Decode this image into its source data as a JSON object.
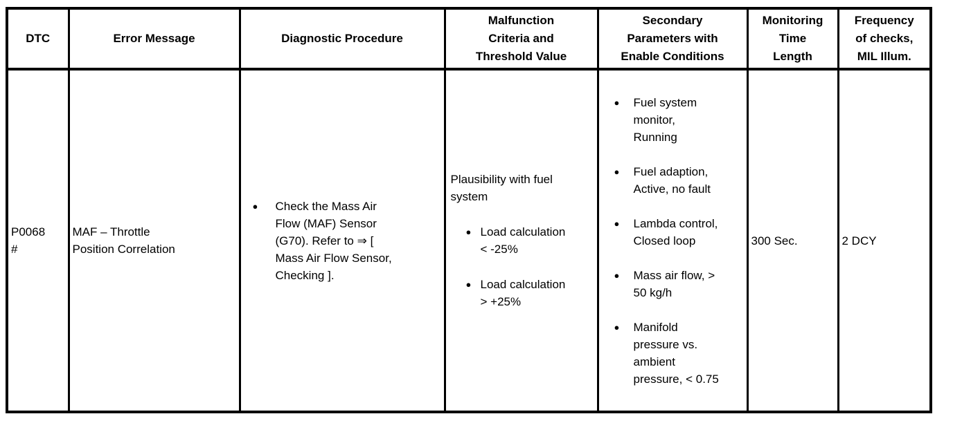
{
  "icons": {
    "bullet": "●"
  },
  "table": {
    "header": {
      "dtc": "DTC",
      "error_message": "Error Message",
      "diagnostic_procedure": "Diagnostic Procedure",
      "malfunction": [
        "Malfunction",
        "Criteria and",
        "Threshold Value"
      ],
      "secondary": [
        "Secondary",
        "Parameters with",
        "Enable Conditions"
      ],
      "monitoring": [
        "Monitoring",
        "Time",
        "Length"
      ],
      "frequency": [
        "Frequency",
        "of checks,",
        "MIL Illum."
      ]
    },
    "row": {
      "dtc": [
        "P0068",
        "#"
      ],
      "error_message": [
        "MAF – Throttle",
        "Position Correlation"
      ],
      "diagnostic_bullets": [
        [
          "Check the Mass Air",
          "Flow (MAF) Sensor",
          "(G70). Refer to ⇒ [",
          "Mass Air Flow Sensor,",
          "Checking ]."
        ]
      ],
      "malfunction_intro": [
        "Plausibility with fuel",
        "system"
      ],
      "malfunction_bullets": [
        [
          "Load calculation",
          "< -25%"
        ],
        [
          "Load calculation",
          "> +25%"
        ]
      ],
      "secondary_bullets": [
        [
          "Fuel system",
          "monitor,",
          "Running"
        ],
        [
          "Fuel adaption,",
          "Active, no fault"
        ],
        [
          "Lambda control,",
          "Closed loop"
        ],
        [
          "Mass air flow, >",
          "50 kg/h"
        ],
        [
          "Manifold",
          "pressure vs.",
          "ambient",
          "pressure, < 0.75"
        ]
      ],
      "monitoring_time": "300 Sec.",
      "frequency": "2 DCY"
    }
  }
}
